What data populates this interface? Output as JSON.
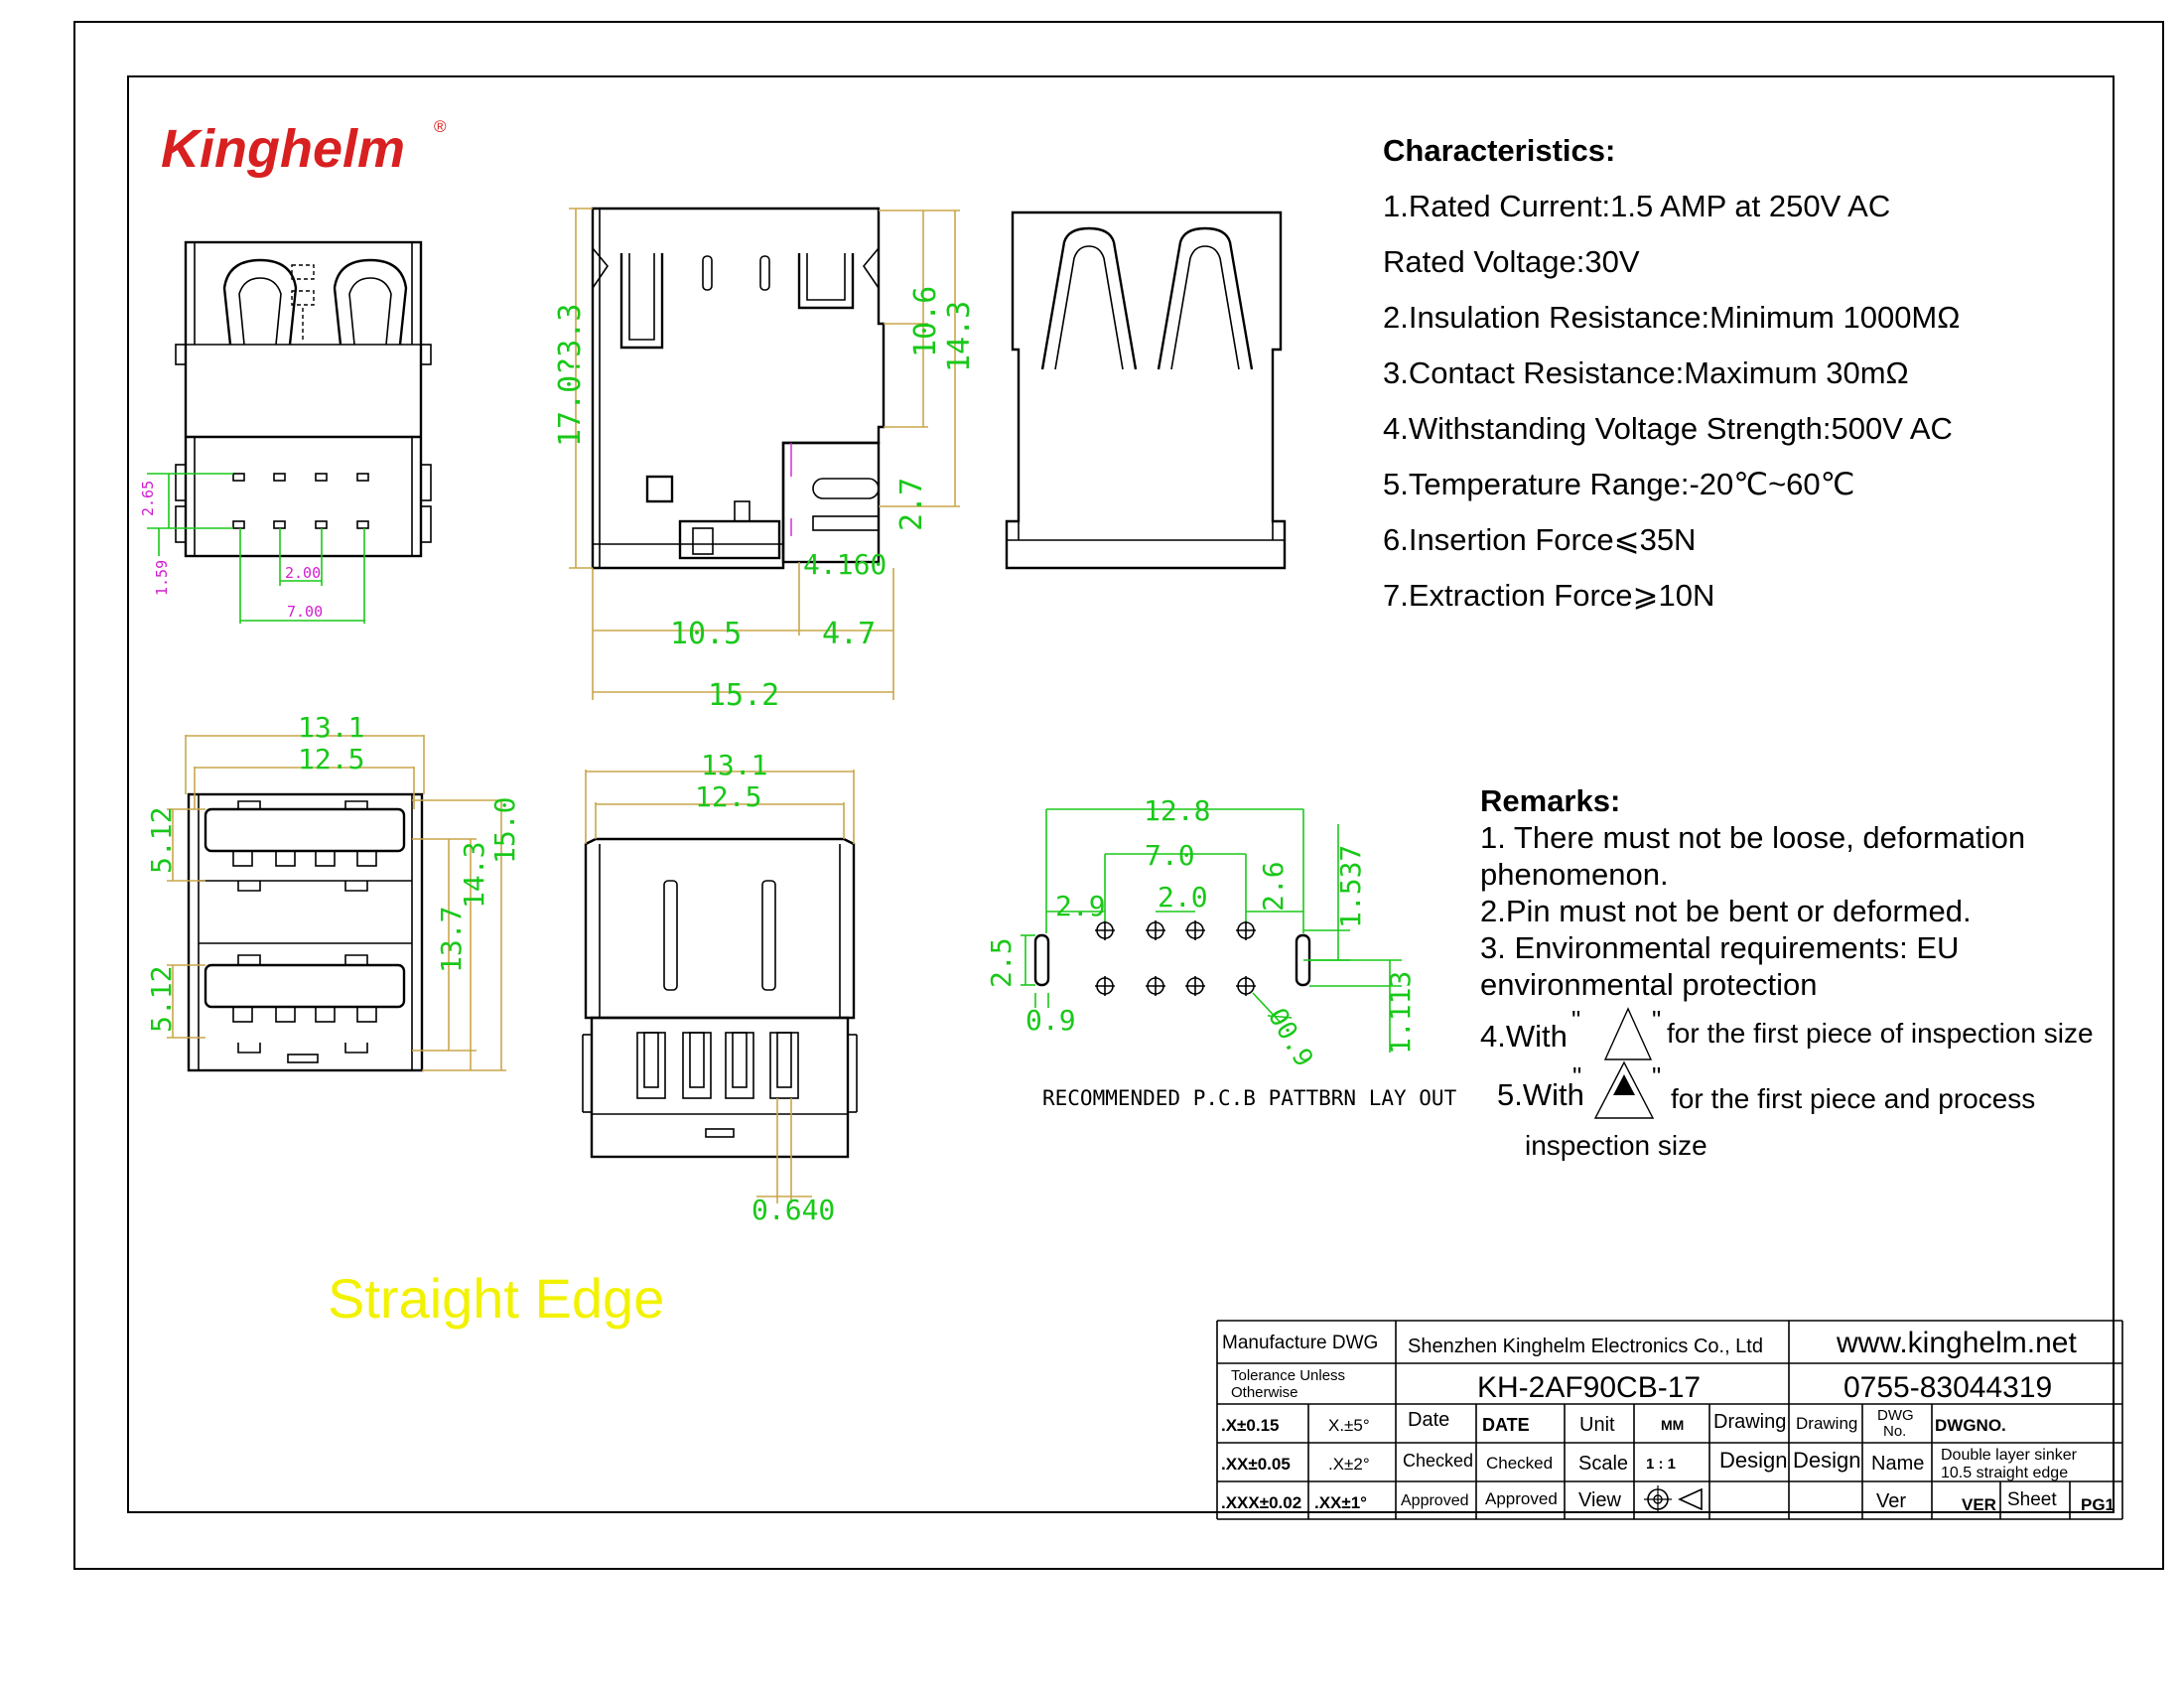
{
  "brand": {
    "logo_text": "Kinghelm",
    "registered_mark": "®",
    "brand_color": "#d82020"
  },
  "characteristics": {
    "title": "Characteristics:",
    "items": [
      "1.Rated Current:1.5 AMP at 250V AC",
      "Rated Voltage:30V",
      "2.Insulation Resistance:Minimum 1000MΩ",
      "3.Contact Resistance:Maximum 30mΩ",
      "4.Withstanding Voltage Strength:500V AC",
      "5.Temperature Range:-20℃~60℃",
      "6.Insertion Force⩽35N",
      "7.Extraction Force⩾10N"
    ]
  },
  "remarks": {
    "title": "Remarks:",
    "line1a": "1. There must not be loose, deformation",
    "line1b": "phenomenon.",
    "line2": "2.Pin must not be bent or deformed.",
    "line3a": "3. Environmental requirements: EU",
    "line3b": "environmental protection",
    "line4_prefix": "4.With",
    "line4_suffix": "for the first piece of inspection size",
    "line5_prefix": "5.With",
    "line5_suffix": "for the first piece and process",
    "line5_cont": "inspection size"
  },
  "views": {
    "side": {
      "height": "17.0?3.3",
      "d10_6": "10.6",
      "d14_3": "14.3",
      "d2_7": "2.7",
      "d4_160": "4.160",
      "d10_5": "10.5",
      "d4_7": "4.7",
      "d15_2": "15.2"
    },
    "top_pins": {
      "d2_65": "2.65",
      "d1_59": "1.59",
      "d2_00": "2.00",
      "d7_00": "7.00"
    },
    "front": {
      "w13_1": "13.1",
      "w12_5": "12.5",
      "h5_12a": "5.12",
      "h5_12b": "5.12",
      "h13_7": "13.7",
      "h14_3": "14.3",
      "h15_0": "15.0"
    },
    "bottom": {
      "w13_1": "13.1",
      "w12_5": "12.5",
      "d0_640": "0.640"
    },
    "pcb": {
      "d12_8": "12.8",
      "d7_0": "7.0",
      "d2_9": "2.9",
      "d2_0": "2.0",
      "d2_6": "2.6",
      "d1_537": "1.537",
      "d2_5": "2.5",
      "d0_9": "0.9",
      "d1_113": "1.113",
      "d0_9_hole": "Ø0.9",
      "caption": "RECOMMENDED P.C.B PATTBRN LAY OUT"
    }
  },
  "straight_edge_label": "Straight Edge",
  "title_block": {
    "manufacture_dwg": "Manufacture DWG",
    "company": "Shenzhen Kinghelm Electronics Co., Ltd",
    "website": "www.kinghelm.net",
    "tolerance_line1": "Tolerance Unless",
    "tolerance_line2": "Otherwise",
    "part_no": "KH-2AF90CB-17",
    "phone": "0755-83044319",
    "tol_x": ".X±0.15",
    "tol_xang": "X.±5°",
    "tol_xx": ".XX±0.05",
    "tol_xxang": ".X±2°",
    "tol_xxx": ".XXX±0.02",
    "tol_xxxang": ".XX±1°",
    "date_label": "Date",
    "date_value": "DATE",
    "unit_label": "Unit",
    "unit_value": "MM",
    "drawing_label": "Drawing",
    "drawing_value": "Drawing",
    "dwg_no_label1": "DWG",
    "dwg_no_label2": "No.",
    "dwg_no_value": "DWGNO.",
    "checked_label": "Checked",
    "checked_value": "Checked",
    "scale_label": "Scale",
    "scale_value": "1 : 1",
    "design_label": "Design",
    "design_value": "Design",
    "name_label": "Name",
    "name_value1": "Double layer sinker",
    "name_value2": "10.5 straight edge",
    "approved_label": "Approved",
    "approved_value": "Approved",
    "view_label": "View",
    "ver_label": "Ver",
    "ver_value": "VER",
    "sheet_label": "Sheet",
    "sheet_value": "PG1"
  }
}
